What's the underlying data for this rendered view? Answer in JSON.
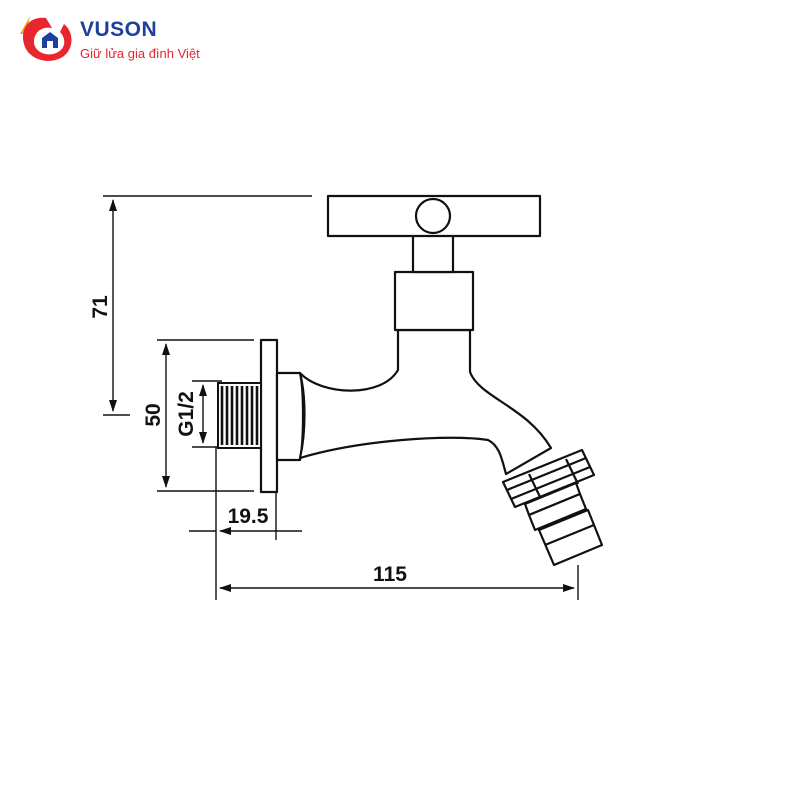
{
  "brand": {
    "name": "VUSON",
    "tagline": "Giữ lửa gia đình Việt",
    "colors": {
      "primary": "#1f3f9e",
      "accent": "#e3262b",
      "mark_red": "#e8262d",
      "mark_orange": "#f6a21a"
    },
    "icon": "house-flame-logo"
  },
  "dimensions": {
    "height_total": "71",
    "height_flange": "50",
    "thread": "G1/2",
    "flange_depth": "19.5",
    "length_total": "115"
  },
  "drawing": {
    "stroke": "#111111"
  }
}
